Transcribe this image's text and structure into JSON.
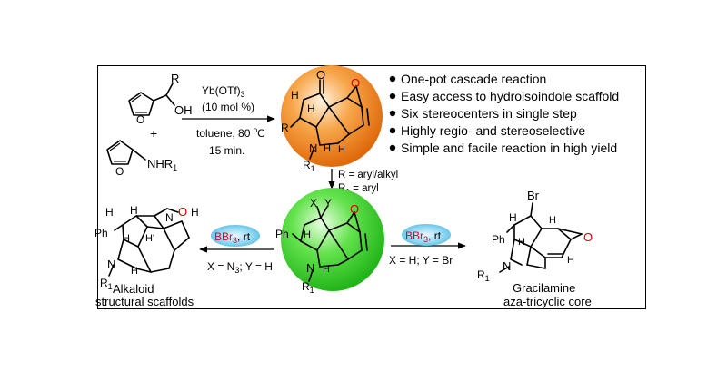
{
  "reaction": {
    "reagent_1": "R",
    "reagent_1_oh": "OH",
    "plus": "+",
    "reagent_2": "NHR",
    "reagent_2_sub": "1",
    "catalyst": "Yb(OTf)",
    "catalyst_sub": "3",
    "loading": "(10 mol %)",
    "solvent_temp": "toluene, 80 ",
    "degree": "o",
    "celsius": "C",
    "time": "15 min."
  },
  "features": [
    "One-pot cascade reaction",
    "Easy access to hydroisoindole scaffold",
    "Six stereocenters in single step",
    "Highly regio- and stereoselective",
    "Simple and facile reaction in high yield"
  ],
  "product_top": {
    "o_ketone": "O",
    "o_bridge": "O",
    "h1": "H",
    "h2": "H",
    "r_label": "R",
    "n_label": "N",
    "h3": "H",
    "h4": "H",
    "r1": "R",
    "r1_sub": "1"
  },
  "conditions_down": {
    "line1": "R = aryl/alkyl",
    "line2_r": "R",
    "line2_sub": "1",
    "line2_rest": " = aryl"
  },
  "center": {
    "x": "X",
    "y": "Y",
    "o": "O",
    "ph": "Ph",
    "h1": "H",
    "h2": "H",
    "n": "N",
    "r1": "R",
    "r1_sub": "1"
  },
  "left_arrow": {
    "reagent": "BBr",
    "reagent_sub": "3",
    "rt": ", rt",
    "condition": "X = N",
    "condition_sub": "3",
    "condition_rest": "; Y = H"
  },
  "right_arrow": {
    "reagent": "BBr",
    "reagent_sub": "3",
    "rt": ", rt",
    "condition": "X = H; Y = Br"
  },
  "left_product": {
    "h_top": "H",
    "o": "O",
    "h_o": "H",
    "n_top": "N",
    "h_left": "H",
    "ph": "Ph",
    "h_mid": "H",
    "h_prime": "H'",
    "n_bottom": "N",
    "h_bottom": "H",
    "r1": "R",
    "r1_sub": "1",
    "caption_1": "Alkaloid",
    "caption_2": "structural scaffolds"
  },
  "right_product": {
    "br": "Br",
    "h1": "H",
    "ph": "Ph",
    "h2": "H",
    "h3": "H",
    "o": "O",
    "h4": "H",
    "n": "N",
    "r1": "R",
    "r1_sub": "1",
    "caption_1": "Gracilamine",
    "caption_2": "aza-tricyclic core"
  },
  "colors": {
    "orange_sphere": "#f28a1e",
    "green_sphere": "#3ed22e",
    "oxygen_red": "#d60000",
    "bbr_red": "#c8102e",
    "reagent_bubble": "#79cfee"
  }
}
